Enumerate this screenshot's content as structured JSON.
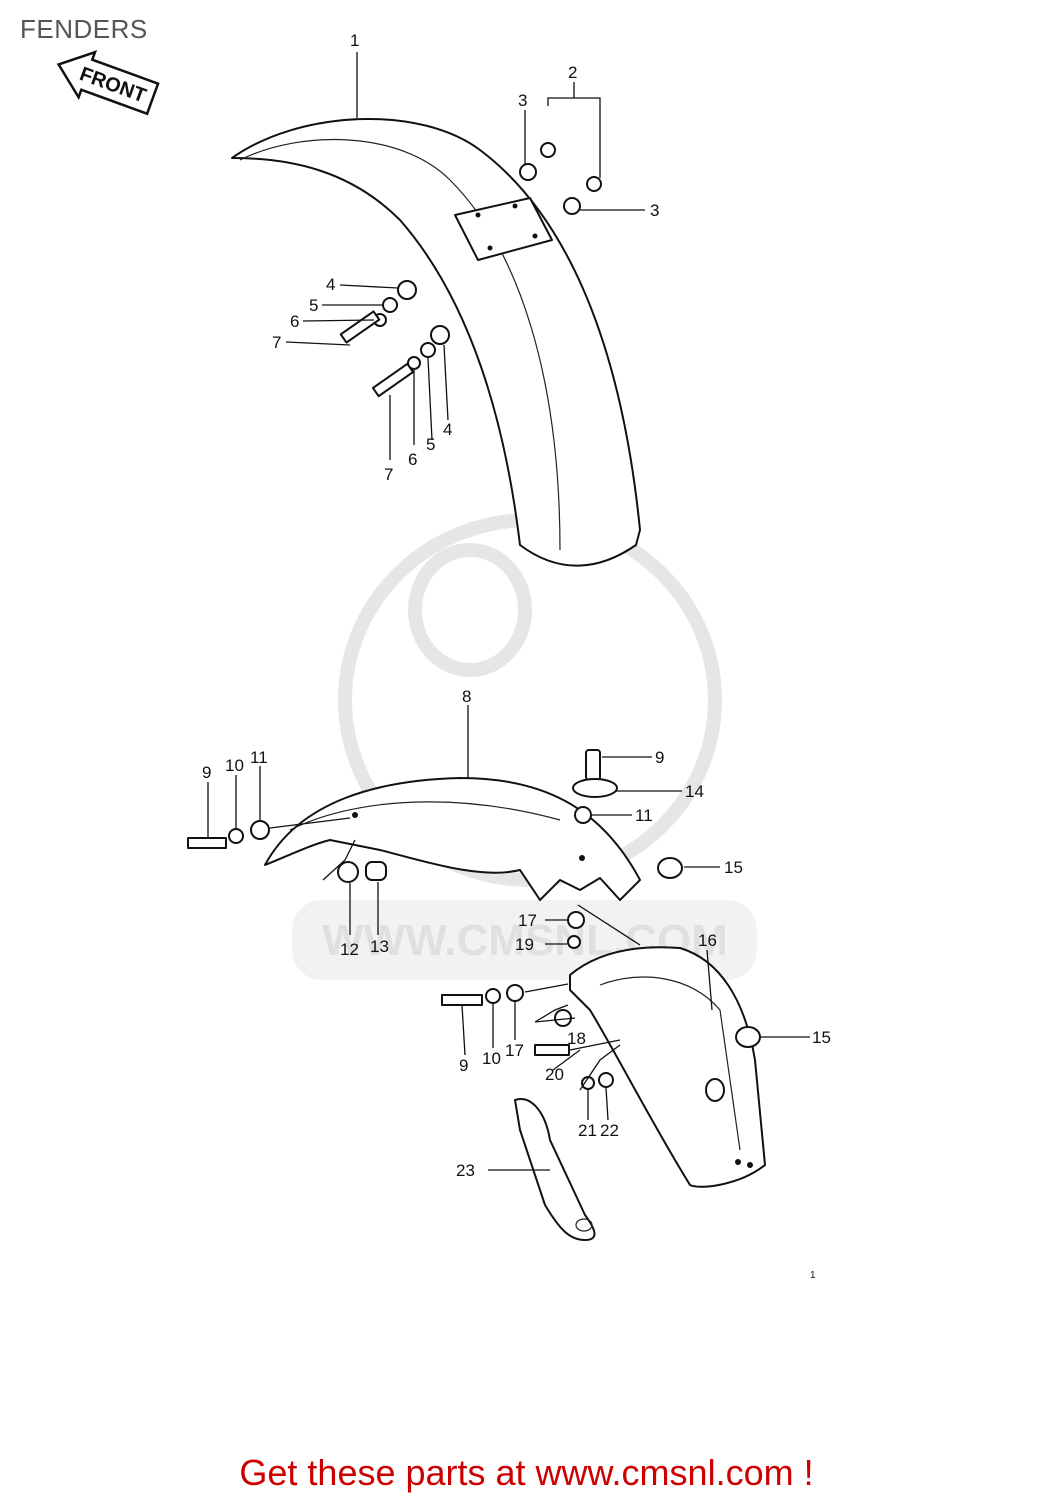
{
  "header": {
    "title": "FENDERS"
  },
  "badge": {
    "text": "FRONT"
  },
  "watermark": {
    "text": "WWW.CMSNL.COM"
  },
  "footer": {
    "text": "Get these parts at www.cmsnl.com !",
    "color": "#cc0000"
  },
  "diagram": {
    "callouts": [
      "1",
      "2",
      "3",
      "3",
      "4",
      "5",
      "6",
      "7",
      "7",
      "6",
      "5",
      "4",
      "8",
      "9",
      "10",
      "11",
      "12",
      "13",
      "9",
      "14",
      "11",
      "15",
      "17",
      "19",
      "16",
      "9",
      "10",
      "17",
      "18",
      "20",
      "21",
      "22",
      "15",
      "23",
      "1"
    ]
  }
}
